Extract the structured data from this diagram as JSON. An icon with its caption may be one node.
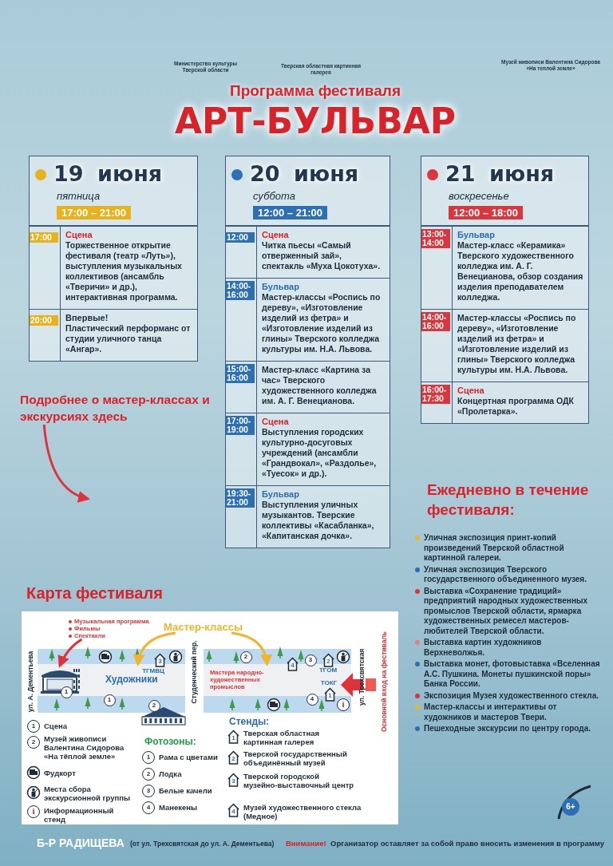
{
  "diagram": {
    "title": "АРТ-БУЛЬВАР",
    "nodes": [
      {
        "text": [
          "19 июня",
          "пятница",
          "17:00 – 21:00"
        ]
      },
      {
        "text": [
          "17:00",
          "Сцена",
          "Торжественное открытие фестиваля (театр «Луть»), выступления музыкальных коллективов (ансамбль «Тверичи» и др.), интерактивная программа."
        ],
        "in": 0
      },
      {
        "text": [
          "20:00",
          "Впервые!",
          "Пластический перформанс от студии уличного танца «Ангар»."
        ],
        "in": 0
      },
      {
        "text": [
          "20 июня",
          "суббота",
          "12:00 – 21:00"
        ]
      },
      {
        "text": [
          "12:00",
          "Сцена",
          "Читка пьесы «Самый отверженный зай», спектакль «Муха Цокотуха»."
        ],
        "in": 3
      },
      {
        "text": [
          "14:00-16:00",
          "Бульвар",
          "Мастер-классы «Роспись по дереву», «Изготовление изделий из фетра» и «Изготовление изделий из глины» Тверского колледжа культуры им. Н.А. Львова."
        ],
        "in": 3
      },
      {
        "text": [
          "15:00-16:00",
          "Мастер-класс «Картина за час» Тверского художественного колледжа им. А. Г. Венецианова."
        ],
        "in": 3
      },
      {
        "text": [
          "17:00-19:00",
          "Сцена",
          "Выступления городских культурно-досуговых учреждений (ансамбли «Грандвокал», «Раздолье», «Туесок» и др.)."
        ],
        "in": 3
      },
      {
        "text": [
          "19:30-21:00",
          "Бульвар",
          "Выступления уличных музыкантов. Тверские коллективы «Касабланка», «Капитанская дочка»."
        ],
        "in": 3
      },
      {
        "text": [
          "21 июня",
          "воскресенье",
          "12:00 – 18:00"
        ]
      },
      {
        "text": [
          "13:00-14:00",
          "Бульвар",
          "Мастер-класс «Керамика» Тверского художественного колледжа им. А. Г. Венецианова, обзор создания изделия преподавателем колледжа."
        ],
        "in": 9
      },
      {
        "text": [
          "14:00-16:00",
          "Мастер-классы «Роспись по дереву», «Изготовление изделий из фетра» и «Изготовление изделий из глины» Тверского колледжа культуры им. Н.А. Львова."
        ],
        "in": 9
      },
      {
        "text": [
          "16:00-17:30",
          "Сцена",
          "Концертная программа ОДК «Пролетарка»."
        ],
        "in": 9
      },
      {
        "text": [
          "Подробнее о мастер-классах и экскурсиях здесь"
        ]
      },
      {
        "text": [
          "Карта фестиваля"
        ]
      },
      {
        "text": [
          "Мастер-классы"
        ],
        "in": 14
      },
      {
        "text": [
          "Музыкальная программа",
          "Фильмы",
          "Спектакли"
        ],
        "in": 14
      },
      {
        "text": [
          "Художники"
        ],
        "in": 14
      },
      {
        "text": [],
        "shape": "picture",
        "in": 17
      },
      {
        "text": [
          "Мастера народно-художественных промыслов"
        ],
        "in": 14
      }
    ],
    "edges": [
      {
        "from": 13,
        "to": null,
        "arrow": "to",
        "color": "#e0323a"
      },
      {
        "from": 16,
        "to": 18,
        "arrow": "to",
        "color": "#e0323a"
      },
      {
        "from": 15,
        "to": 17,
        "arrow": "to",
        "color": "#f2b42a"
      },
      {
        "from": 15,
        "to": 19,
        "arrow": "to",
        "color": "#f2b42a"
      }
    ],
    "labels": [
      "Министерство культуры Тверской области",
      "Тверская областная картинная галерея",
      "Музей живописи Валентина Сидорова «На теплой земле»",
      "Программа фестиваля",
      "Ежедневно в течение фестиваля:",
      "Уличная экспозиция принт-копий произведений Тверской областной картинной галереи.",
      "Уличная экспозиция Тверского государственного объединенного музея.",
      "Выставка «Сохранение традиций» предприятий народных художественных промыслов Тверской области, ярмарка художественных ремесел мастеров-любителей Тверской области.",
      "Выставка картин художников Верхневолжья.",
      "Выставка монет, фотовыставка «Вселенная А.С. Пушкина. Монеты пушкинской поры» Банка России.",
      "Экспозиция Музея художественного стекла.",
      "Мастер-классы и интерактивы от художников и мастеров Твери.",
      "Пешеходные экскурсии по центру города.",
      "Б-Р РАДИЩЕВА",
      "(от ул. Трехсвятская до ул. А. Дементьева)",
      "Внимание!",
      "Организатор оставляет за собой право вносить изменения в программу",
      "6+",
      "ул. А. Дементьева",
      "Студенческий пер.",
      "ул. Трехсвятская",
      "Основной вход на фестиваль",
      "ТГМВЦ",
      "ТГОМ",
      "ТОКГ",
      "3",
      "1",
      "1",
      "2",
      "2",
      "4",
      "3",
      "2",
      "4",
      "1",
      "i",
      "1",
      "Сцена",
      "2",
      "Музей живописи Валентина Сидорова «На тёплой земле»",
      "Фудкорт",
      "Места сбора экскурсионной группы",
      "i",
      "Информационный стенд",
      "Фотозоны:",
      "1",
      "Рама с цветами",
      "2",
      "Лодка",
      "3",
      "Белые качели",
      "4",
      "Манекены",
      "Стенды:",
      "1",
      "Тверская областная картинная галерея",
      "2",
      "Тверской государственный объединённый музей",
      "3",
      "Тверской городской музейно-выставочный центр",
      "4",
      "Музей художественного стекла (Медное)"
    ]
  }
}
